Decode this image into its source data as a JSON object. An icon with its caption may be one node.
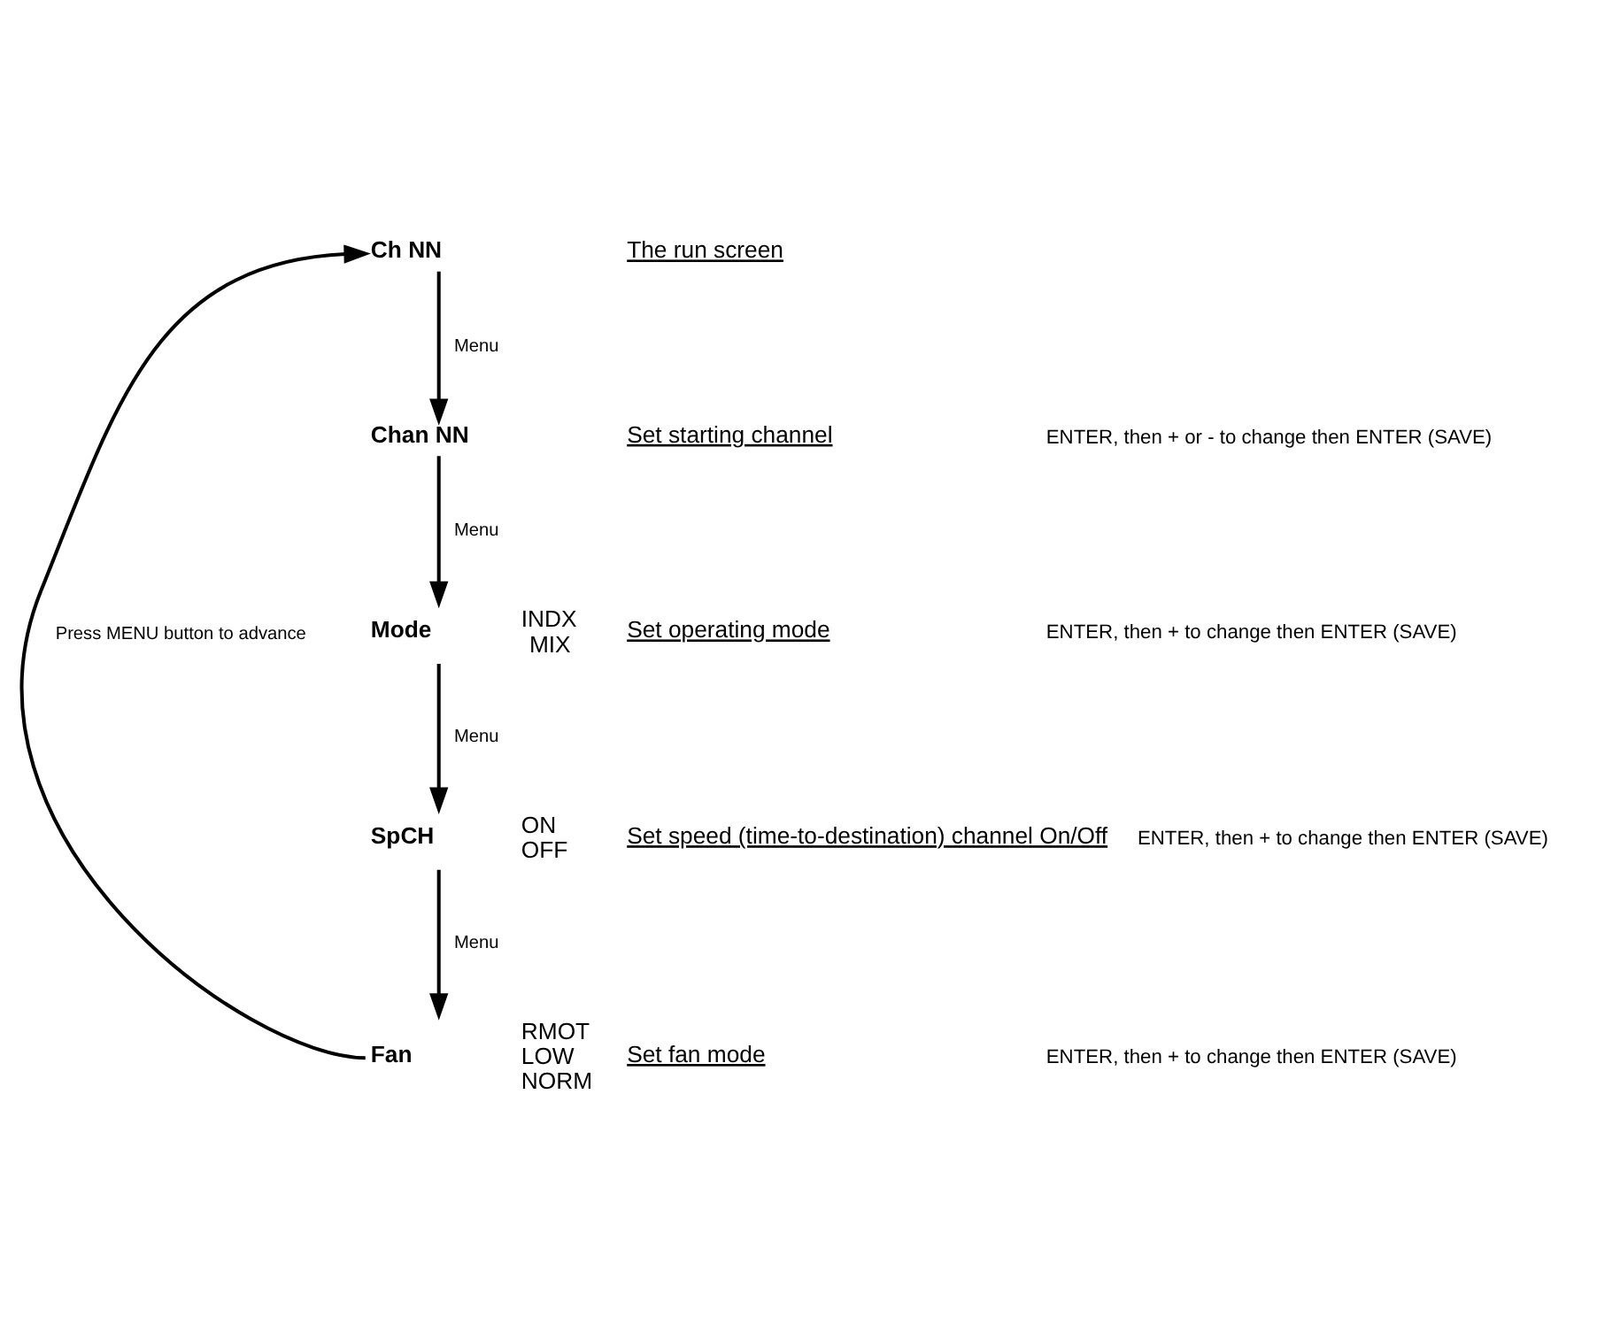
{
  "diagram": {
    "nodes": [
      {
        "text": [
          "Ch NN"
        ],
        "beside": [
          "The run screen"
        ]
      },
      {
        "text": [
          "Chan NN"
        ],
        "beside": [
          "Set starting channel",
          "ENTER, then + or - to change then ENTER (SAVE)"
        ]
      },
      {
        "text": [
          "Mode"
        ],
        "beside": [
          "INDX",
          "MIX",
          "Set operating mode",
          "ENTER, then + to change then ENTER (SAVE)"
        ]
      },
      {
        "text": [
          "SpCH"
        ],
        "beside": [
          "ON",
          "OFF",
          "Set speed (time-to-destination) channel On/Off",
          "ENTER, then + to change then ENTER (SAVE)"
        ]
      },
      {
        "text": [
          "Fan"
        ],
        "beside": [
          "RMOT",
          "LOW",
          "NORM",
          "Set fan mode",
          "ENTER, then + to change then ENTER (SAVE)"
        ]
      }
    ],
    "edges": [
      {
        "from": 0,
        "to": 1,
        "arrow": "to",
        "label": "Menu"
      },
      {
        "from": 1,
        "to": 2,
        "arrow": "to",
        "label": "Menu"
      },
      {
        "from": 2,
        "to": 3,
        "arrow": "to",
        "label": "Menu"
      },
      {
        "from": 3,
        "to": 4,
        "arrow": "to",
        "label": "Menu"
      },
      {
        "from": 4,
        "to": 0,
        "arrow": "to",
        "label": "Press MENU button to advance"
      }
    ]
  }
}
